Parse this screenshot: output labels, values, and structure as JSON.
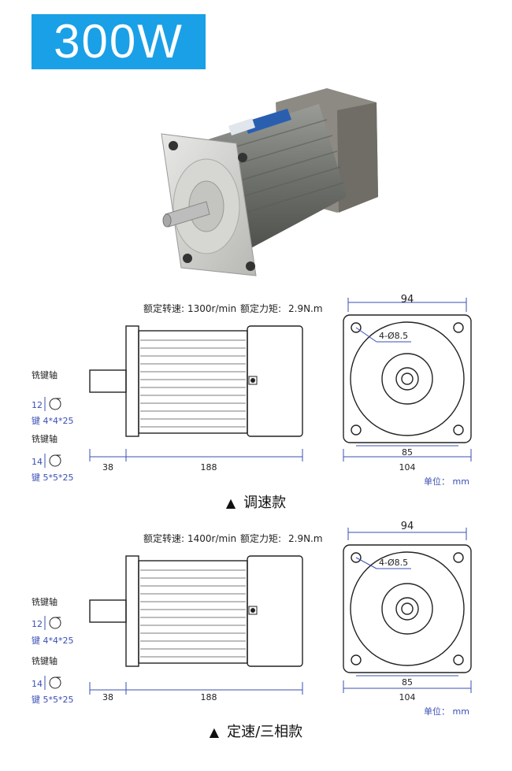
{
  "badge": {
    "text": "300W"
  },
  "sections": [
    {
      "rated_speed_label": "额定转速:",
      "rated_speed_value": "1300r/min",
      "rated_torque_label": "额定力矩:",
      "rated_torque_value": "2.9N.m",
      "shaft_a_label": "铣键轴",
      "shaft_a_dim": "12",
      "key_a": "键 4*4*25",
      "shaft_b_label": "铣键轴",
      "shaft_b_dim": "14",
      "key_b": "键 5*5*25",
      "dim_shaft_len": "38",
      "dim_body_len": "188",
      "dim_square": "94",
      "dim_hole_pitch": "85",
      "dim_flange": "104",
      "hole_spec": "4-Ø8.5",
      "unit": "单位： mm",
      "caption": "调速款"
    },
    {
      "rated_speed_label": "额定转速:",
      "rated_speed_value": "1400r/min",
      "rated_torque_label": "额定力矩:",
      "rated_torque_value": "2.9N.m",
      "shaft_a_label": "铣键轴",
      "shaft_a_dim": "12",
      "key_a": "键 4*4*25",
      "shaft_b_label": "铣键轴",
      "shaft_b_dim": "14",
      "key_b": "键 5*5*25",
      "dim_shaft_len": "38",
      "dim_body_len": "188",
      "dim_square": "94",
      "dim_hole_pitch": "85",
      "dim_flange": "104",
      "hole_spec": "4-Ø8.5",
      "unit": "单位： mm",
      "caption": "定速/三相款"
    }
  ],
  "colors": {
    "badge": "#1aa0e6",
    "dimension": "#3a4fb5",
    "outline": "#222222"
  }
}
